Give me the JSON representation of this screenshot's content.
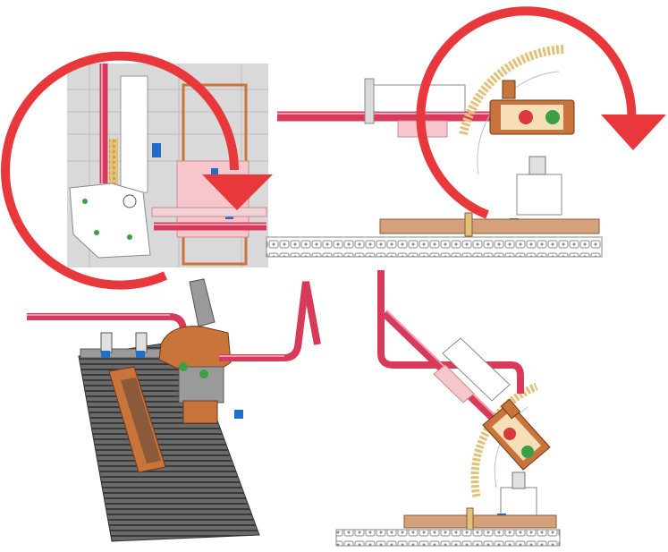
{
  "diagram": {
    "colors": {
      "tube": "#d83a5a",
      "tube_highlight": "#f19aae",
      "arrow": "#e8383c",
      "arrow_highlight": "#ff8a8a",
      "rail": "#d4a17a",
      "rail_dark": "#8a5a3a",
      "copper": "#c9743a",
      "gear": "#e2c27a",
      "green": "#3aa043",
      "blue": "#1f6fc9",
      "panel_gray": "#d9d9d9",
      "panel_line": "#b8b8b8",
      "pink": "#f6c6cc",
      "dark_slat": "#5a5a5a"
    },
    "views": [
      {
        "name": "closeup-view",
        "arrow": "clockwise"
      },
      {
        "name": "side-view-horizontal",
        "arrow": "clockwise"
      },
      {
        "name": "isometric-view",
        "arrow": "none"
      },
      {
        "name": "side-view-tilted",
        "arrow": "none"
      }
    ]
  }
}
